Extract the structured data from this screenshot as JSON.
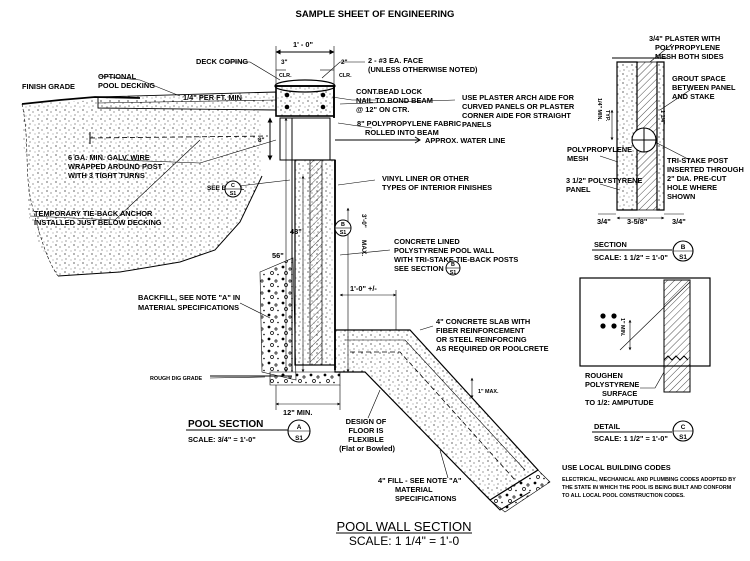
{
  "sheet_title": "SAMPLE SHEET OF ENGINEERING",
  "main_title": "POOL WALL SECTION",
  "main_scale": "SCALE: 1 1/4\" = 1'-0",
  "dims": {
    "top_width": "1' - 0\"",
    "three_in": "3\"",
    "three_clr": "CLR.",
    "two_in": "2\"",
    "two_clr": "CLR.",
    "eight": "8\"",
    "forty_eight": "48\"",
    "fifty_six": "56\"",
    "three_ft": "3'-0\"",
    "max": "MAX.",
    "one_ft_pm": "1'-0\" +/-",
    "twelve_min": "12\" MIN.",
    "one_max": "1\" MAX."
  },
  "labels": {
    "finish_grade": "FINISH GRADE",
    "optional_decking": [
      "OPTIONAL",
      "POOL DECKING"
    ],
    "per_ft": "1/4\" PER FT. MIN",
    "deck_coping": "DECK COPING",
    "rebar": [
      "2 - #3 EA. FACE",
      "(UNLESS OTHERWISE NOTED)"
    ],
    "bead_lock": [
      "CONT.BEAD LOCK",
      "NAIL TO BOND BEAM",
      "@ 12\" ON CTR."
    ],
    "plaster_arch": [
      "USE PLASTER ARCH AIDE FOR",
      "CURVED PANELS OR PLASTER",
      "CORNER AIDE FOR STRAIGHT",
      "PANELS"
    ],
    "poly_fabric": [
      "8\" POLYPROPYLENE FABRIC",
      "ROLLED INTO BEAM"
    ],
    "water_line": "APPROX. WATER LINE",
    "wire": [
      "6 GA. MIN. GALV. WIRE",
      "WRAPPED AROUND POST",
      "WITH 3 TIGHT TURNS"
    ],
    "see_detail": "SEE DETAIL",
    "tieback": [
      "TEMPORARY TIE-BACK ANCHOR",
      "INSTALLED JUST BELOW DECKING"
    ],
    "vinyl": [
      "VINYL LINER OR OTHER",
      "TYPES OF INTERIOR FINISHES"
    ],
    "concrete_wall": [
      "CONCRETE LINED",
      "POLYSTYRENE POOL WALL",
      "WITH TRI-STAKE TIE-BACK POSTS",
      "SEE  SECTION"
    ],
    "backfill": [
      "BACKFILL, SEE NOTE \"A\" IN",
      "MATERIAL SPECIFICATIONS"
    ],
    "slab": [
      "4\" CONCRETE SLAB WITH",
      "FIBER REINFORCEMENT",
      "OR STEEL REINFORCING",
      "AS REQUIRED OR POOLCRETE"
    ],
    "rough_dig": "ROUGH DIG GRADE",
    "design_floor": [
      "DESIGN OF",
      "FLOOR IS",
      "FLEXIBLE",
      "(Flat or Bowled)"
    ],
    "fill": [
      "4\" FILL - SEE NOTE \"A\"",
      "MATERIAL",
      "SPECIFICATIONS"
    ]
  },
  "pool_section": {
    "title": "POOL SECTION",
    "scale": "SCALE:  3/4\" = 1'-0\"",
    "tag_top": "A",
    "tag_bottom": "S1"
  },
  "section_b": {
    "title": "SECTION",
    "scale": "SCALE:  1 1/2\" = 1'-0\"",
    "tag_top": "B",
    "tag_bottom": "S1",
    "plaster": [
      "3/4\" PLASTER WITH",
      "POLYPROPYLENE",
      "MESH BOTH SIDES"
    ],
    "grout": [
      "GROUT SPACE",
      "BETWEEN PANEL",
      "AND STAKE"
    ],
    "mesh": [
      "POLYPROPYLENE",
      "MESH"
    ],
    "tristake": [
      "TRI-STAKE POST",
      "INSERTED THROUGH",
      "2\" DIA. PRE-CUT",
      "HOLE WHERE",
      "SHOWN"
    ],
    "panel": [
      "3 1/2\" POLYSTYRENE",
      "PANEL"
    ],
    "dim_a": "3/4\"",
    "dim_b": "3-5/8\"",
    "dim_c": "3/4\"",
    "dim_v1": "1/4\" MIN.",
    "dim_v1b": "TYP.",
    "dim_v2": "1 1/4\""
  },
  "detail_c": {
    "title": "DETAIL",
    "scale": "SCALE:  1 1/2\" = 1'-0\"",
    "tag_top": "C",
    "tag_bottom": "S1",
    "rough": [
      "ROUGHEN",
      "POLYSTYRENE",
      "SURFACE",
      "TO 1/2: AMPUTUDE"
    ],
    "min": "1\" MIN."
  },
  "codes": {
    "heading": "USE LOCAL BUILDING CODES",
    "body": [
      "ELECTRICAL, MECHANICAL AND PLUMBING CODES ADOPTED BY",
      "THE STATE IN WHICH THE POOL IS BEING BUILT AND CONFORM",
      "TO ALL LOCAL  POOL  CONSTRUCTION CODES."
    ]
  },
  "tags": {
    "c": "C",
    "b": "B",
    "s1": "S1"
  }
}
